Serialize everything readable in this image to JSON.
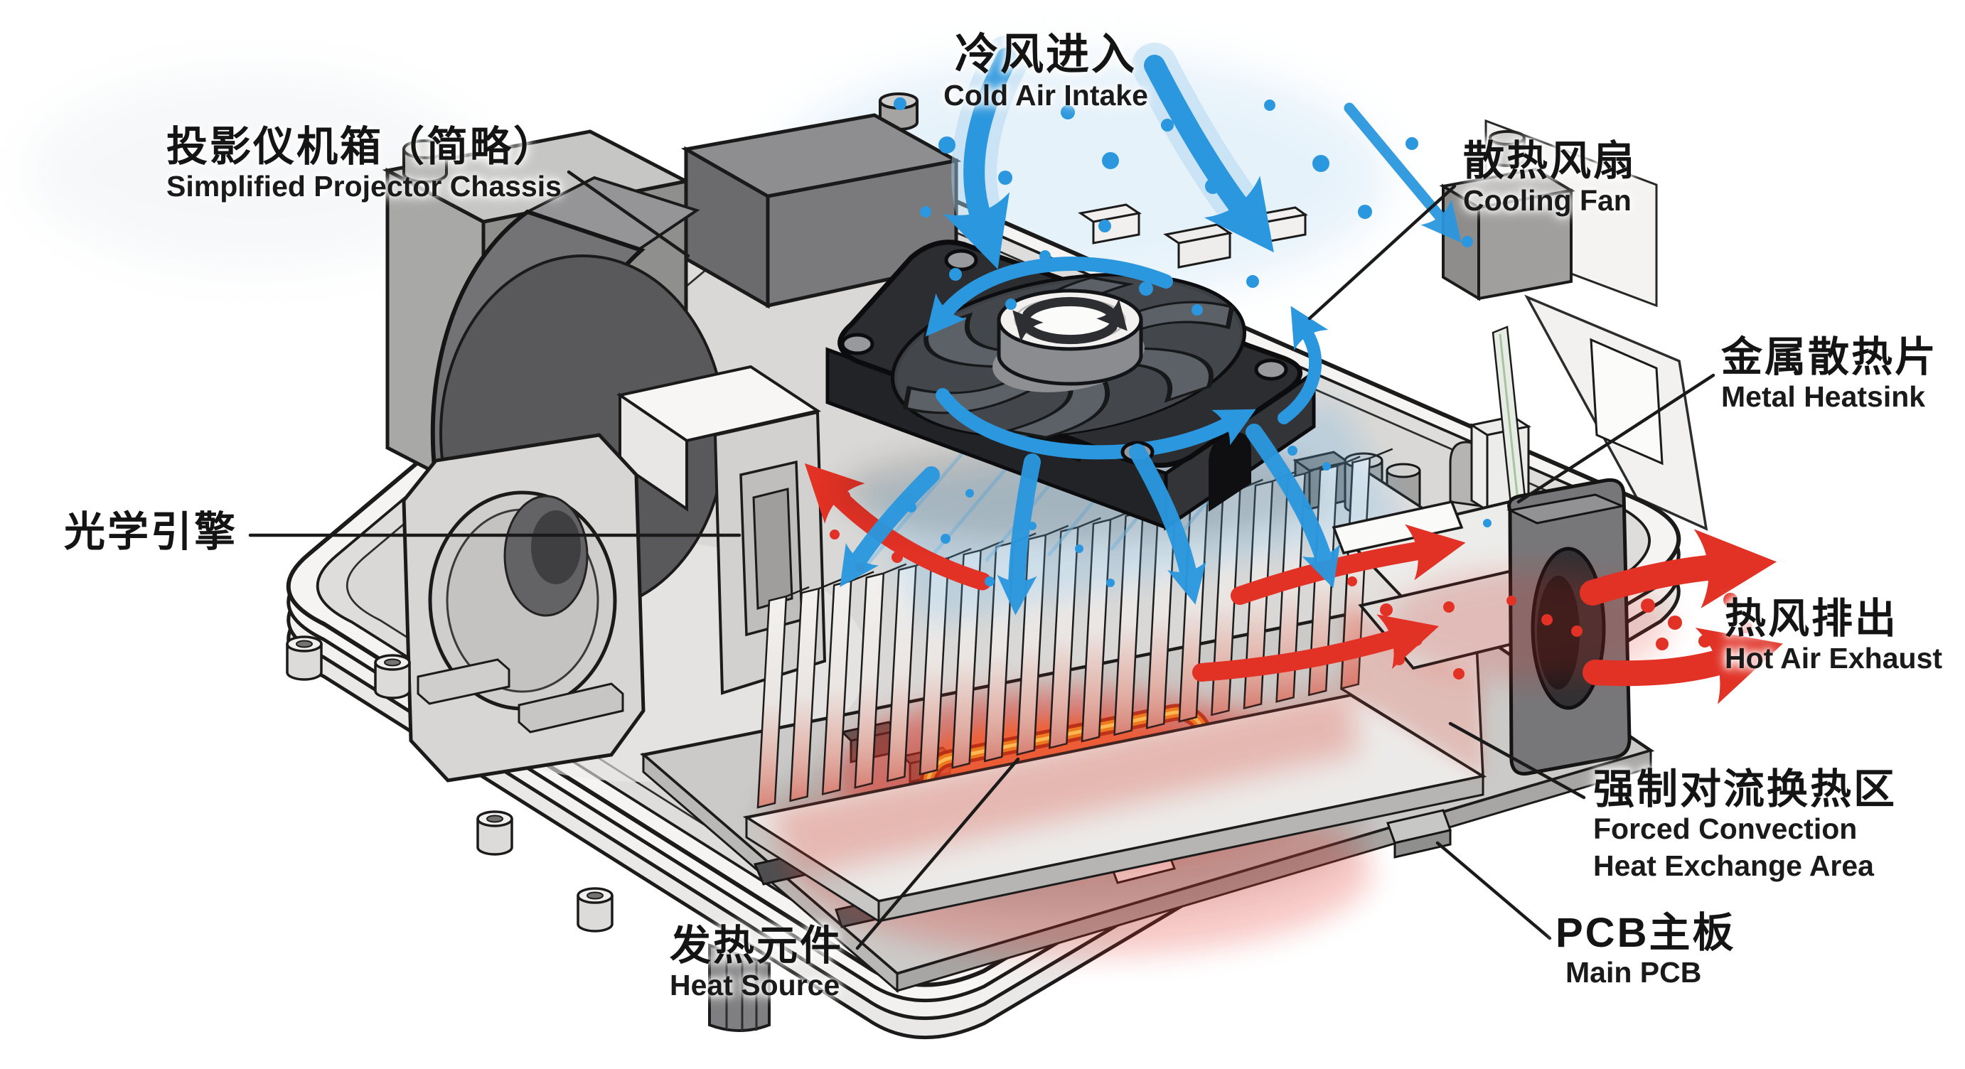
{
  "diagram_type": "projector-cooling-airflow-illustration",
  "labels": {
    "cold_air_intake": {
      "zh": "冷风进入",
      "en": "Cold Air Intake"
    },
    "projector_chassis": {
      "zh": "投影仪机箱（简略）",
      "en": "Simplified Projector Chassis"
    },
    "cooling_fan": {
      "zh": "散热风扇",
      "en": "Cooling Fan"
    },
    "metal_heatsink": {
      "zh": "金属散热片",
      "en": "Metal Heatsink"
    },
    "optical_engine": {
      "zh": "光学引擎"
    },
    "hot_air_exhaust": {
      "zh": "热风排出",
      "en": "Hot Air Exhaust"
    },
    "forced_convection": {
      "zh": "强制对流换热区",
      "en_line1": "Forced Convection",
      "en_line2": "Heat Exchange Area"
    },
    "main_pcb": {
      "zh": "PCB主板",
      "en": "Main PCB"
    },
    "heat_source": {
      "zh": "发热元件",
      "en": "Heat Source"
    }
  },
  "colors": {
    "cold_air_blue": "#2b97de",
    "hot_air_red": "#e23125",
    "heat_glow_orange": "#ff7b20",
    "label_text": "#141414",
    "outline": "#1b1b1b",
    "chassis_fill": "#f5f4f2"
  },
  "icons": {
    "rotation_icon": "↻"
  }
}
